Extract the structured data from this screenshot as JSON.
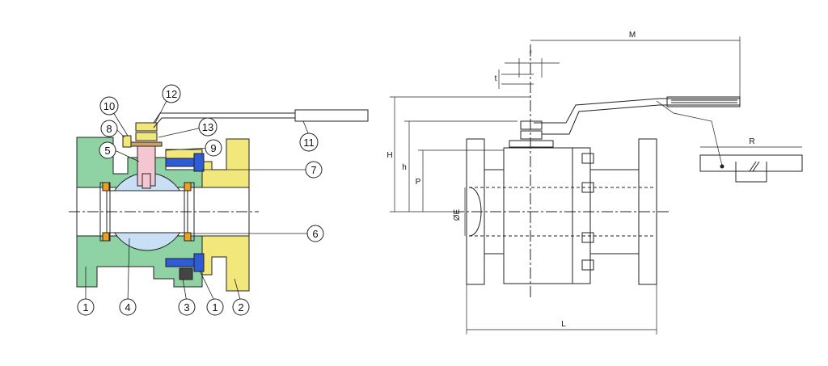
{
  "colors": {
    "body": "#8fd3a4",
    "bonnet": "#f2e77a",
    "stem": "#f4c6d2",
    "bolt": "#2f5bd6",
    "seat": "#f0a020",
    "ball": "#c9dff5",
    "line": "#222222",
    "bore": "#ffffff"
  },
  "section_view": {
    "callouts": [
      "1",
      "2",
      "3",
      "4",
      "5",
      "6",
      "7",
      "8",
      "9",
      "10",
      "11",
      "12",
      "13"
    ]
  },
  "outline_view": {
    "dimensions": {
      "M": "M",
      "f": "f",
      "t": "t",
      "H": "H",
      "h": "h",
      "P": "P",
      "E": "ØE",
      "L": "L",
      "R": "R"
    }
  }
}
